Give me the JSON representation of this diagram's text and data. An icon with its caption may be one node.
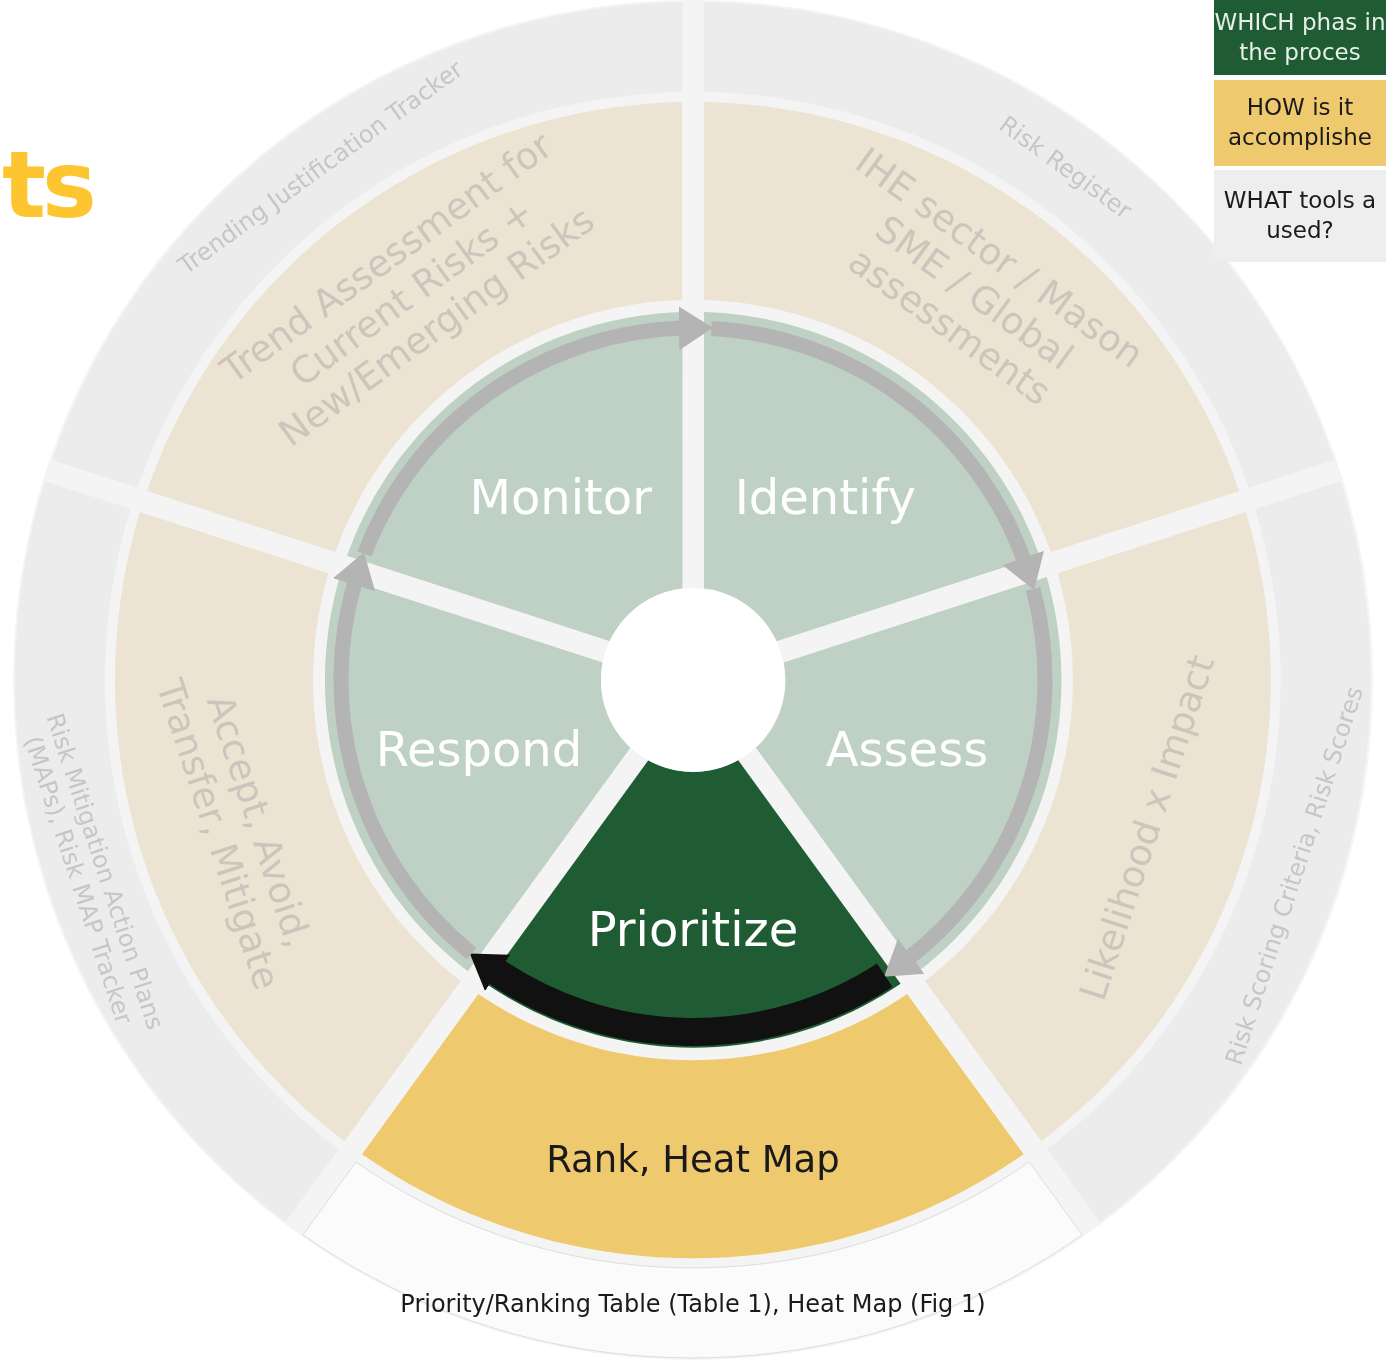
{
  "diagram": {
    "title": "ts",
    "nodes": [
      {
        "text": [
          "Monitor"
        ]
      },
      {
        "text": [
          "Identify"
        ]
      },
      {
        "text": [
          "Assess"
        ]
      },
      {
        "text": [
          "Prioritize"
        ]
      },
      {
        "text": [
          "Respond"
        ]
      },
      {
        "text": [
          "Trend Assessment for Current Risks + New/Emerging Risks"
        ]
      },
      {
        "text": [
          "IHE sector / Mason SME / Global assessments"
        ]
      },
      {
        "text": [
          "Likelihood x Impact"
        ]
      },
      {
        "text": [
          "Rank, Heat Map"
        ]
      },
      {
        "text": [
          "Accept, Avoid, Transfer, Mitigate"
        ]
      },
      {
        "text": [
          "Trending Justification Tracker"
        ]
      },
      {
        "text": [
          "Risk Register"
        ]
      },
      {
        "text": [
          "Risk Scoring Criteria, Risk Scores"
        ]
      },
      {
        "text": [
          "Priority/Ranking Table (Table 1), Heat Map (Fig 1)"
        ]
      },
      {
        "text": [
          "Risk Mitigation Action Plans (MAPs), Risk MAP Tracker"
        ]
      },
      {
        "text": [],
        "shape": "circle"
      }
    ],
    "edges": [
      {
        "from": 0,
        "to": 1,
        "arrow": "to"
      },
      {
        "from": 1,
        "to": 2,
        "arrow": "to"
      },
      {
        "from": 2,
        "to": 3,
        "arrow": "to"
      },
      {
        "from": 3,
        "to": 4,
        "arrow": "to",
        "style": "thick",
        "color": "#111111"
      },
      {
        "from": 4,
        "to": 0,
        "arrow": "to"
      }
    ],
    "legend": [
      {
        "text": "WHICH phas in the proces",
        "color": "#1f5c33"
      },
      {
        "text": "HOW is it accomplishe",
        "color": "#efc96e"
      },
      {
        "text": "WHAT tools a used?",
        "color": "#eeeeee"
      }
    ]
  }
}
